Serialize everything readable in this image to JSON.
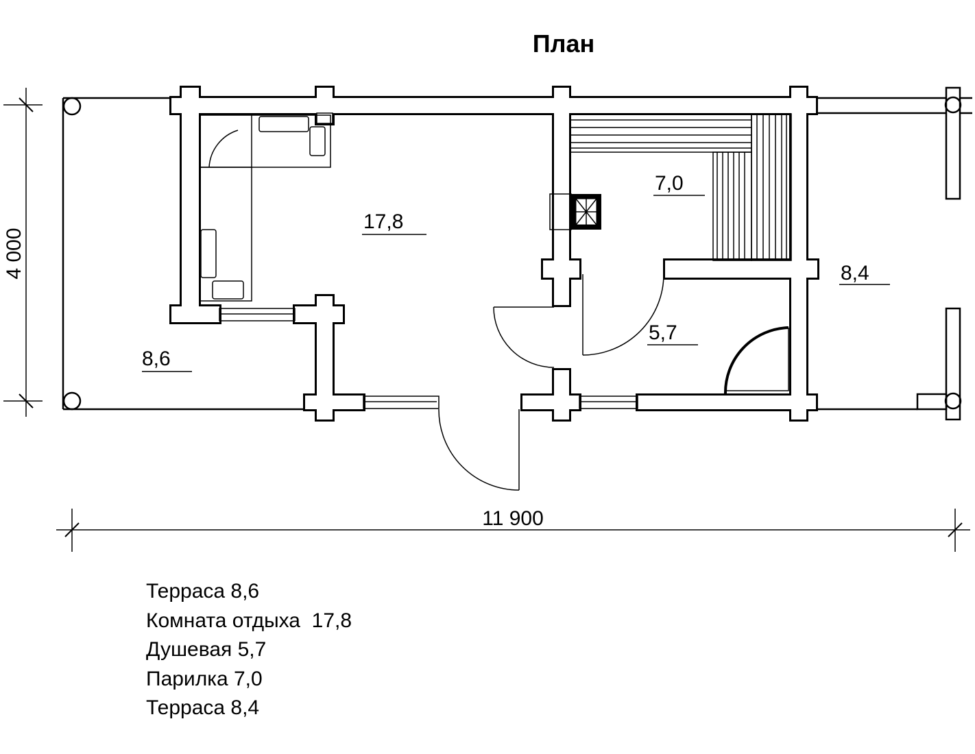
{
  "title": "План",
  "dimensions": {
    "height": "4 000",
    "width": "11 900"
  },
  "rooms": [
    {
      "id": "terrace-left",
      "area": "8,6"
    },
    {
      "id": "lounge",
      "area": "17,8"
    },
    {
      "id": "shower",
      "area": "5,7"
    },
    {
      "id": "steam-room",
      "area": "7,0"
    },
    {
      "id": "terrace-right",
      "area": "8,4"
    }
  ],
  "legend": [
    "Терраса 8,6",
    "Комната отдыха  17,8",
    "Душевая 5,7",
    "Парилка 7,0",
    "Терраса 8,4"
  ],
  "colors": {
    "line": "#000000",
    "background": "#ffffff"
  }
}
